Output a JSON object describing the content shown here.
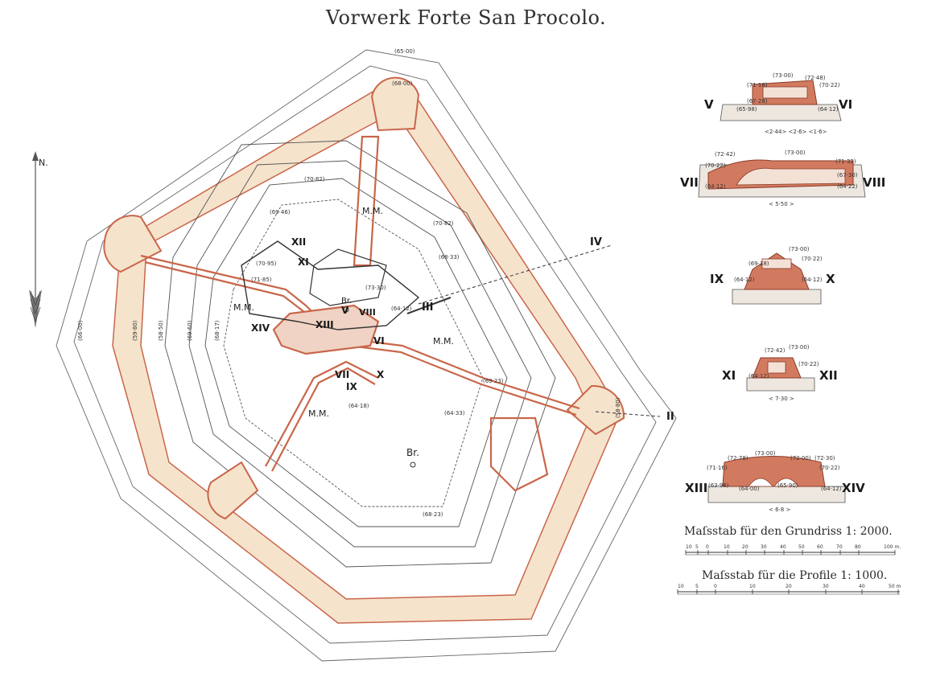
{
  "title": "Vorwerk Forte San Procolo.",
  "north_label": "N.",
  "plan_labels": {
    "mm": "M.M.",
    "br": "Br.",
    "br_small": "Br."
  },
  "section_marks": [
    "II",
    "III",
    "IV",
    "V",
    "VI",
    "VII",
    "VIII",
    "IX",
    "X",
    "XI",
    "XII",
    "XIII",
    "XIV"
  ],
  "elevations": {
    "e1": "(65·00)",
    "e2": "(68·00)",
    "e3": "(70·82)",
    "e4": "(68·33)",
    "e5": "(64·33)",
    "e6": "(64·18)",
    "e7": "(64·12)",
    "e8": "(66·00)",
    "e9": "(59·80)",
    "e10": "(58·50)",
    "e11": "(69·60)",
    "e12": "(68·17)",
    "e13": "(70·82)",
    "e14": "(69·23)",
    "e15": "(68·23)",
    "e16": "(71·85)",
    "e17": "(70·95)",
    "e18": "(73·30)",
    "e19": "(69·46)",
    "e20": "(58·80)"
  },
  "profiles": [
    {
      "left": "V",
      "right": "VI",
      "top": "(73·00)",
      "e_a": "(72·48)",
      "e_b": "(71·18)",
      "e_c": "(70·22)",
      "e_d": "(67·28)",
      "e_e": "(65·98)",
      "e_f": "(64·12)",
      "dims": "<2·44>  <2·6>  <1·6>"
    },
    {
      "left": "VII",
      "right": "VIII",
      "top": "(73·00)",
      "e_a": "(72·42)",
      "e_b": "(71·32)",
      "e_c": "(70·22)",
      "e_d": "(67·30)",
      "e_e": "(64·12)",
      "e_f": "(64·22)",
      "dims": "< 5·50 >"
    },
    {
      "left": "IX",
      "right": "X",
      "top": "(73·00)",
      "e_a": "(69·18)",
      "e_b": "(70·22)",
      "e_c": "(64·12)",
      "e_d": "(64·12)"
    },
    {
      "left": "XI",
      "right": "XII",
      "top": "(73·00)",
      "e_a": "(72·42)",
      "e_b": "(70·22)",
      "e_c": "(64·12)",
      "dims": "< 7·30 >"
    },
    {
      "left": "XIII",
      "right": "XIV",
      "top": "(73·00)",
      "e_a": "(72·78)",
      "e_b": "(72·00)",
      "e_c": "(72·30)",
      "e_d": "(71·16)",
      "e_e": "(70·22)",
      "e_f": "(63·96)",
      "e_g": "(64·00)",
      "e_h": "(65·90)",
      "e_i": "(64·12)",
      "dims": "< 6·8 >"
    }
  ],
  "scales": [
    {
      "label": "Maſsstab für den Grundriss 1: 2000.",
      "ticks": [
        "10",
        "5",
        "0",
        "10",
        "20",
        "30",
        "40",
        "50",
        "60",
        "70",
        "80",
        "100 m."
      ]
    },
    {
      "label": "Maſsstab für die Profile 1: 1000.",
      "ticks": [
        "10",
        "5",
        "0",
        "10",
        "20",
        "30",
        "40",
        "50 m"
      ]
    }
  ],
  "colors": {
    "ink": "#3a3a3a",
    "masonry": "#c9664a",
    "rampart_fill": "#f6e3cc",
    "paper": "#ffffff"
  }
}
